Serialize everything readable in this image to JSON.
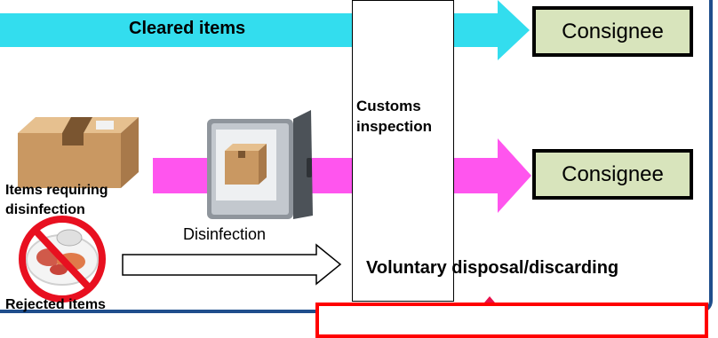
{
  "flows": {
    "cleared_label": "Cleared items",
    "disinfection_label": "Disinfection",
    "requiring_disinfection_label": "Items requiring disinfection",
    "rejected_label": "Rejected items",
    "disposal_label": "Voluntary disposal/discarding"
  },
  "customs": {
    "label": "Customs inspection"
  },
  "destinations": {
    "top": "Consignee",
    "middle": "Consignee"
  },
  "colors": {
    "cleared_arrow": "#33ddee",
    "disinfection_arrow": "#ff55ee",
    "consignee_fill": "#d8e4bc",
    "note_border": "#ff0000",
    "note_pointer": "#e8114a",
    "frame": "#1f4e8c"
  },
  "icons": [
    "cardboard-box-icon",
    "disinfection-chamber-icon",
    "prohibited-food-icon"
  ]
}
